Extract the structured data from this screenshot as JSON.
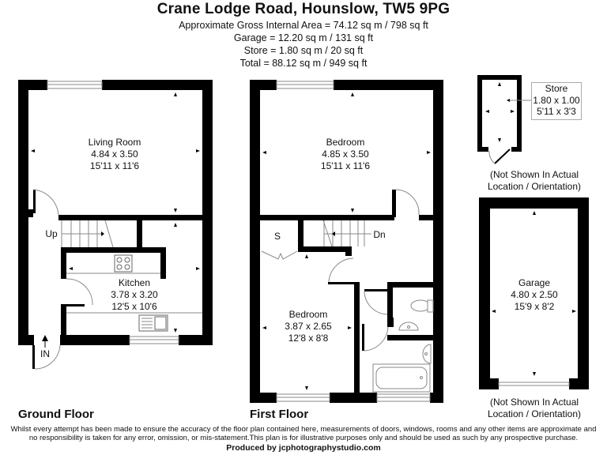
{
  "header": {
    "title": "Crane Lodge Road, Hounslow, TW5 9PG",
    "lines": [
      "Approximate Gross Internal Area = 74.12 sq m / 798 sq ft",
      "Garage = 12.20 sq m / 131 sq ft",
      "Store = 1.80 sq m / 20 sq ft",
      "Total = 88.12 sq m / 949 sq ft"
    ]
  },
  "ground_floor": {
    "title": "Ground Floor",
    "rooms": [
      {
        "name": "Living Room",
        "metric": "4.84 x 3.50",
        "imperial": "15'11 x 11'6"
      },
      {
        "name": "Kitchen",
        "metric": "3.78 x 3.20",
        "imperial": "12'5 x 10'6"
      }
    ],
    "labels": {
      "stairs": "Up",
      "entrance": "IN"
    }
  },
  "first_floor": {
    "title": "First Floor",
    "rooms": [
      {
        "name": "Bedroom",
        "metric": "4.85 x 3.50",
        "imperial": "15'11 x 11'6"
      },
      {
        "name": "Bedroom",
        "metric": "3.87 x 2.65",
        "imperial": "12'8 x 8'8"
      }
    ],
    "labels": {
      "storage": "S",
      "stairs": "Dn"
    }
  },
  "store": {
    "name": "Store",
    "metric": "1.80 x 1.00",
    "imperial": "5'11 x 3'3",
    "note": "(Not Shown In Actual Location / Orientation)"
  },
  "garage": {
    "name": "Garage",
    "metric": "4.80 x 2.50",
    "imperial": "15'9 x 8'2",
    "note": "(Not Shown In Actual Location / Orientation)"
  },
  "footer": {
    "disclaimer_1": "Whilst every attempt has been made to ensure the accuracy of the floor plan contained here, measurements of doors, windows, rooms and any other items are approximate and",
    "disclaimer_2": "no responsibility is taken for any error, omission, or mis-statement.This plan is for illustrative purposes only and should be used as such by any prospective purchase.",
    "produced_by": "Produced by jcphotographystudio.com"
  },
  "colors": {
    "wall": "#000000",
    "background": "#ffffff",
    "fixture_line": "#666666"
  }
}
